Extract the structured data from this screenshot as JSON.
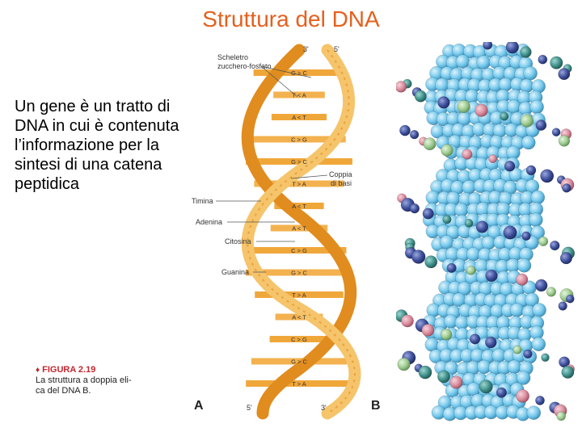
{
  "slide": {
    "title": "Struttura del DNA",
    "text": "Un gene è un tratto di DNA in cui è contenuta l’informazione per la sintesi di una catena peptidica"
  },
  "figure_a": {
    "top_left_end": "3'",
    "top_right_end": "5'",
    "bottom_left_end": "5'",
    "bottom_right_end": "3'",
    "panel_label": "A",
    "labels": {
      "backbone_line1": "Scheletro",
      "backbone_line2": "zucchero-fosfato",
      "base_pair_line1": "Coppia",
      "base_pair_line2": "di basi",
      "thymine": "Timina",
      "adenine": "Adenina",
      "cytosine": "Citosina",
      "guanine": "Guanina"
    },
    "pairs": [
      "G > C",
      "T < A",
      "A < T",
      "C > G",
      "G > C",
      "T > A",
      "A < T",
      "A < T",
      "C > G",
      "G > C",
      "T > A",
      "A < T",
      "C > G",
      "G > C",
      "T > A"
    ]
  },
  "figure_b": {
    "panel_label": "B"
  },
  "caption": {
    "figure_label": "FIGURA 2.19",
    "line1": "La struttura a doppia eli-",
    "line2": "ca del DNA B."
  },
  "colors": {
    "title": "#e5601d",
    "strand_light": "#f5c46b",
    "strand_dark": "#e08c1e",
    "rung": "#f0a73a",
    "atom_blue": "#74c8ec",
    "atom_navy": "#3d4f9c",
    "atom_pink": "#d98b9c",
    "atom_green": "#9cc98f",
    "atom_teal": "#3f8f8a"
  }
}
